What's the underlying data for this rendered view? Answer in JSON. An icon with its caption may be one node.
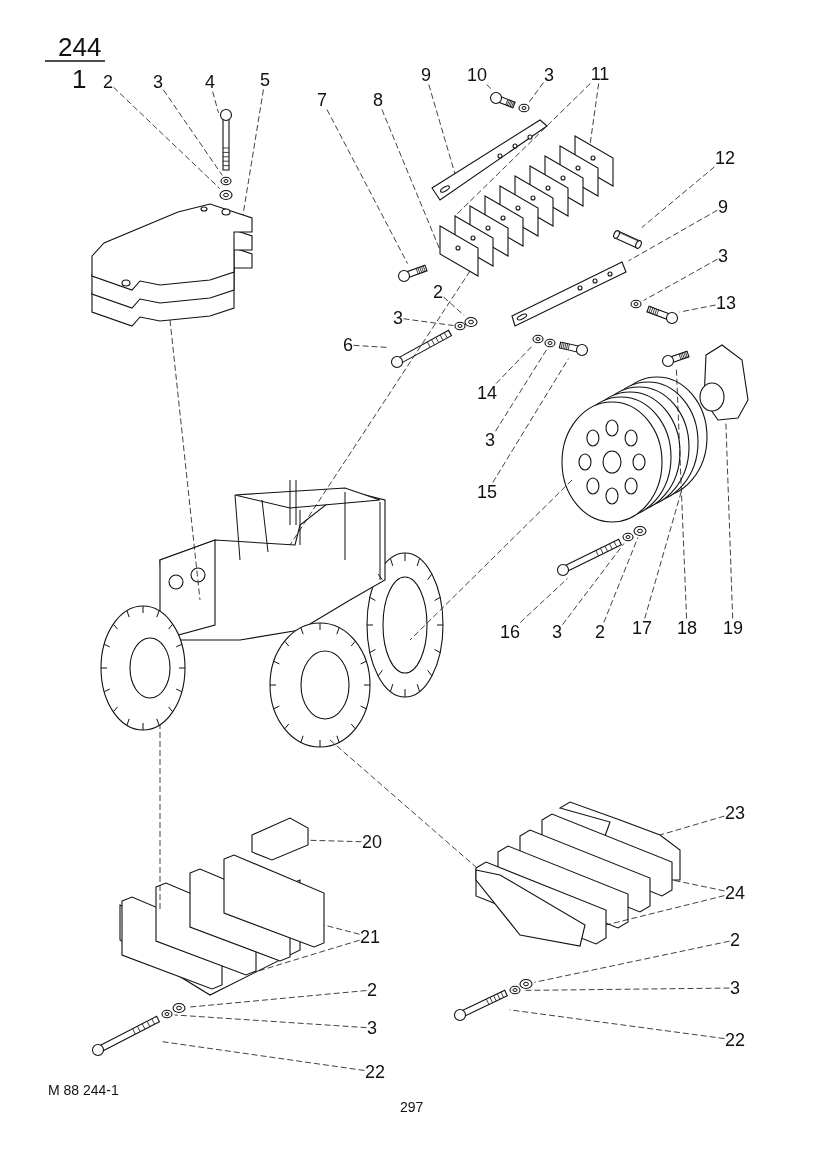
{
  "diagram": {
    "nodes": [
      {
        "text": [
          "2"
        ]
      },
      {
        "text": [
          "3"
        ]
      },
      {
        "text": [
          "4"
        ]
      },
      {
        "text": [
          "5"
        ]
      },
      {
        "text": [
          "7"
        ]
      },
      {
        "text": [
          "8"
        ]
      },
      {
        "text": [
          "9"
        ]
      },
      {
        "text": [
          "10"
        ]
      },
      {
        "text": [
          "3"
        ]
      },
      {
        "text": [
          "11"
        ]
      },
      {
        "text": [
          "12"
        ]
      },
      {
        "text": [
          "9"
        ]
      },
      {
        "text": [
          "3"
        ]
      },
      {
        "text": [
          "13"
        ]
      },
      {
        "text": [
          "2"
        ]
      },
      {
        "text": [
          "3"
        ]
      },
      {
        "text": [
          "6"
        ]
      },
      {
        "text": [
          "14"
        ]
      },
      {
        "text": [
          "3"
        ]
      },
      {
        "text": [
          "15"
        ]
      },
      {
        "text": [
          "16"
        ]
      },
      {
        "text": [
          "3"
        ]
      },
      {
        "text": [
          "2"
        ]
      },
      {
        "text": [
          "17"
        ]
      },
      {
        "text": [
          "18"
        ]
      },
      {
        "text": [
          "19"
        ]
      },
      {
        "text": [
          "20"
        ]
      },
      {
        "text": [
          "23"
        ]
      },
      {
        "text": [
          "24"
        ]
      },
      {
        "text": [
          "21"
        ]
      },
      {
        "text": [
          "2"
        ]
      },
      {
        "text": [
          "3"
        ]
      },
      {
        "text": [
          "22"
        ]
      },
      {
        "text": [
          "2"
        ]
      },
      {
        "text": [
          "3"
        ]
      },
      {
        "text": [
          "22"
        ]
      },
      {
        "text": [],
        "shape": "picture"
      },
      {
        "text": [],
        "shape": "picture"
      },
      {
        "text": [],
        "shape": "picture"
      },
      {
        "text": [],
        "shape": "picture"
      },
      {
        "text": [],
        "shape": "picture"
      },
      {
        "text": [],
        "shape": "picture"
      },
      {
        "text": [],
        "shape": "picture"
      },
      {
        "text": [],
        "shape": "picture"
      },
      {
        "text": [],
        "shape": "picture"
      },
      {
        "text": [],
        "shape": "picture"
      },
      {
        "text": [],
        "shape": "picture"
      },
      {
        "text": [],
        "shape": "picture"
      },
      {
        "text": [],
        "shape": "picture"
      },
      {
        "text": [],
        "shape": "picture"
      },
      {
        "text": [],
        "shape": "picture"
      },
      {
        "text": [],
        "shape": "picture"
      },
      {
        "text": [],
        "shape": "picture"
      },
      {
        "text": [],
        "shape": "picture"
      },
      {
        "text": [],
        "shape": "picture"
      },
      {
        "text": [],
        "shape": "picture"
      },
      {
        "text": [],
        "shape": "picture"
      },
      {
        "text": [],
        "shape": "picture"
      },
      {
        "text": [],
        "shape": "picture"
      },
      {
        "text": [],
        "shape": "picture"
      },
      {
        "text": [],
        "shape": "picture"
      },
      {
        "text": [],
        "shape": "picture"
      },
      {
        "text": [],
        "shape": "picture"
      },
      {
        "text": [],
        "shape": "picture"
      },
      {
        "text": [],
        "shape": "picture"
      },
      {
        "text": [],
        "shape": "picture"
      },
      {
        "text": [],
        "shape": "picture"
      },
      {
        "text": [],
        "shape": "picture"
      },
      {
        "text": [],
        "shape": "picture"
      },
      {
        "text": [],
        "shape": "picture"
      },
      {
        "text": [],
        "shape": "picture"
      }
    ],
    "edges": [
      {
        "from": 0,
        "to": 44,
        "arrow": "none"
      },
      {
        "from": 1,
        "to": 43,
        "arrow": "none"
      },
      {
        "from": 2,
        "to": 42,
        "arrow": "none"
      },
      {
        "from": 3,
        "to": 37,
        "arrow": "none"
      },
      {
        "from": 4,
        "to": 45,
        "arrow": "none"
      },
      {
        "from": 5,
        "to": 38,
        "arrow": "none"
      },
      {
        "from": 6,
        "to": 46,
        "arrow": "none"
      },
      {
        "from": 7,
        "to": 47,
        "arrow": "none"
      },
      {
        "from": 8,
        "to": 48,
        "arrow": "none"
      },
      {
        "from": 9,
        "to": 38,
        "arrow": "none"
      },
      {
        "from": 9,
        "to": 38,
        "arrow": "none"
      },
      {
        "from": 10,
        "to": 49,
        "arrow": "none"
      },
      {
        "from": 11,
        "to": 50,
        "arrow": "none"
      },
      {
        "from": 12,
        "to": 51,
        "arrow": "none"
      },
      {
        "from": 13,
        "to": 52,
        "arrow": "none"
      },
      {
        "from": 14,
        "to": 53,
        "arrow": "none"
      },
      {
        "from": 15,
        "to": 54,
        "arrow": "none"
      },
      {
        "from": 16,
        "to": 55,
        "arrow": "none"
      },
      {
        "from": 17,
        "to": 56,
        "arrow": "none"
      },
      {
        "from": 18,
        "to": 57,
        "arrow": "none"
      },
      {
        "from": 19,
        "to": 58,
        "arrow": "none"
      },
      {
        "from": 20,
        "to": 59,
        "arrow": "none"
      },
      {
        "from": 21,
        "to": 60,
        "arrow": "none"
      },
      {
        "from": 22,
        "to": 61,
        "arrow": "none"
      },
      {
        "from": 23,
        "to": 39,
        "arrow": "none"
      },
      {
        "from": 24,
        "to": 62,
        "arrow": "none"
      },
      {
        "from": 25,
        "to": 63,
        "arrow": "none"
      },
      {
        "from": 26,
        "to": 64,
        "arrow": "none"
      },
      {
        "from": 27,
        "to": 41,
        "arrow": "none"
      },
      {
        "from": 28,
        "to": 41,
        "arrow": "none"
      },
      {
        "from": 28,
        "to": 41,
        "arrow": "none"
      },
      {
        "from": 29,
        "to": 40,
        "arrow": "none"
      },
      {
        "from": 29,
        "to": 40,
        "arrow": "none"
      },
      {
        "from": 30,
        "to": 67,
        "arrow": "none"
      },
      {
        "from": 31,
        "to": 66,
        "arrow": "none"
      },
      {
        "from": 32,
        "to": 65,
        "arrow": "none"
      },
      {
        "from": 33,
        "to": 70,
        "arrow": "none"
      },
      {
        "from": 34,
        "to": 69,
        "arrow": "none"
      },
      {
        "from": 35,
        "to": 68,
        "arrow": "none"
      },
      {
        "from": 37,
        "to": 36,
        "arrow": "none"
      },
      {
        "from": 38,
        "to": 36,
        "arrow": "none"
      },
      {
        "from": 39,
        "to": 36,
        "arrow": "none"
      },
      {
        "from": 40,
        "to": 36,
        "arrow": "none"
      },
      {
        "from": 41,
        "to": 36,
        "arrow": "none"
      }
    ],
    "labels": [
      "244",
      "1",
      "M 88 244-1",
      "297"
    ]
  }
}
